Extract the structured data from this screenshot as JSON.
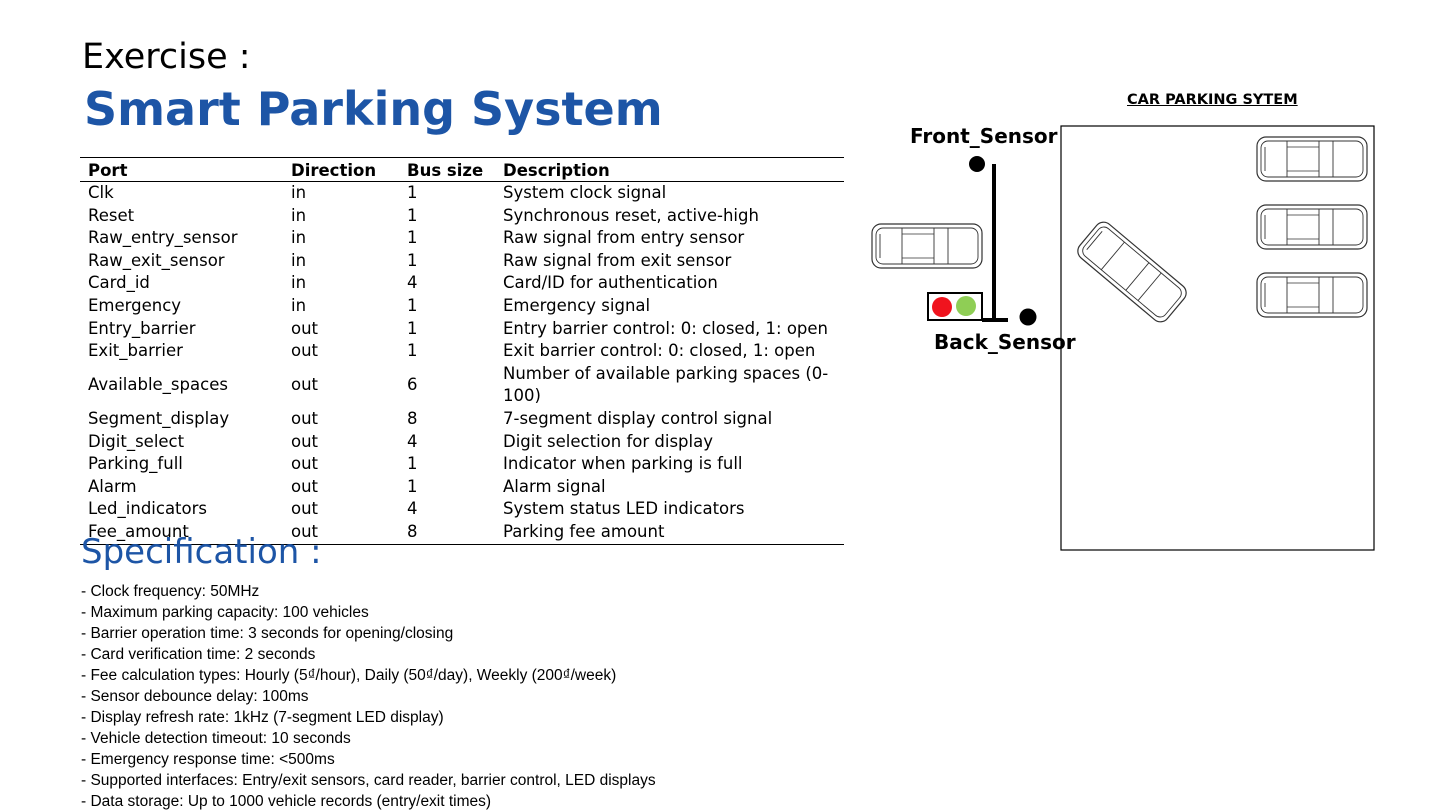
{
  "header": {
    "eyebrow": "Exercise :",
    "title": "Smart Parking System"
  },
  "port_table": {
    "headers": [
      "Port",
      "Direction",
      "Bus size",
      "Description"
    ],
    "rows": [
      [
        "Clk",
        "in",
        "1",
        "System clock signal"
      ],
      [
        "Reset",
        "in",
        "1",
        "Synchronous reset, active-high"
      ],
      [
        "Raw_entry_sensor",
        "in",
        "1",
        "Raw signal from entry sensor"
      ],
      [
        "Raw_exit_sensor",
        "in",
        "1",
        "Raw signal from exit sensor"
      ],
      [
        "Card_id",
        "in",
        "4",
        "Card/ID for authentication"
      ],
      [
        "Emergency",
        "in",
        "1",
        "Emergency signal"
      ],
      [
        "Entry_barrier",
        "out",
        "1",
        "Entry barrier control: 0: closed, 1: open"
      ],
      [
        "Exit_barrier",
        "out",
        "1",
        "Exit barrier control: 0: closed, 1: open"
      ],
      [
        "Available_spaces",
        "out",
        "6",
        "Number of available parking spaces (0-100)"
      ],
      [
        "Segment_display",
        "out",
        "8",
        "7-segment display control signal"
      ],
      [
        "Digit_select",
        "out",
        "4",
        "Digit selection for display"
      ],
      [
        "Parking_full",
        "out",
        "1",
        "Indicator when parking is full"
      ],
      [
        "Alarm",
        "out",
        "1",
        "Alarm signal"
      ],
      [
        "Led_indicators",
        "out",
        "4",
        "System status LED indicators"
      ],
      [
        "Fee_amount",
        "out",
        "8",
        "Parking fee amount"
      ]
    ]
  },
  "specification": {
    "heading": "Specification :",
    "items": [
      "- Clock frequency: 50MHz",
      "- Maximum parking capacity: 100 vehicles",
      "- Barrier operation time: 3 seconds for opening/closing",
      "- Card verification time: 2 seconds",
      "- Fee calculation types: Hourly (5₫/hour), Daily (50₫/day), Weekly (200₫/week)",
      "- Sensor debounce delay: 100ms",
      "- Display refresh rate: 1kHz (7-segment LED display)",
      "- Vehicle detection timeout: 10 seconds",
      "- Emergency response time: <500ms",
      "- Supported interfaces: Entry/exit sensors, card reader, barrier control, LED displays",
      "- Data storage: Up to 1000 vehicle records (entry/exit times)"
    ]
  },
  "diagram": {
    "title": "CAR PARKING SYTEM",
    "front_sensor_label": "Front_Sensor",
    "back_sensor_label": "Back_Sensor",
    "icons": [
      "car-icon",
      "traffic-light-icon",
      "sensor-dot-icon"
    ],
    "colors": {
      "red_light": "#f0141e",
      "green_light": "#8fce55",
      "heading_blue": "#1d55a6"
    }
  }
}
